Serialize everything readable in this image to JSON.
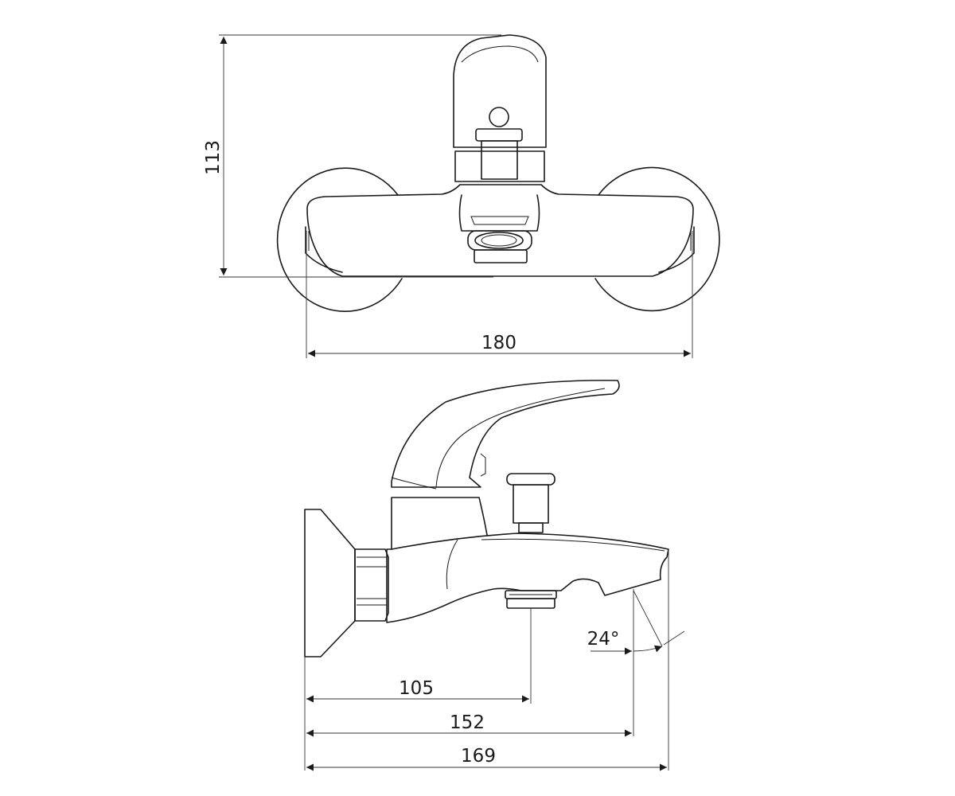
{
  "front_view": {
    "dimensions": {
      "height": "113",
      "width": "180"
    }
  },
  "side_view": {
    "dimensions": {
      "angle": "24°",
      "to_diverter": "105",
      "to_spout_outlet": "152",
      "total_projection": "169"
    }
  }
}
